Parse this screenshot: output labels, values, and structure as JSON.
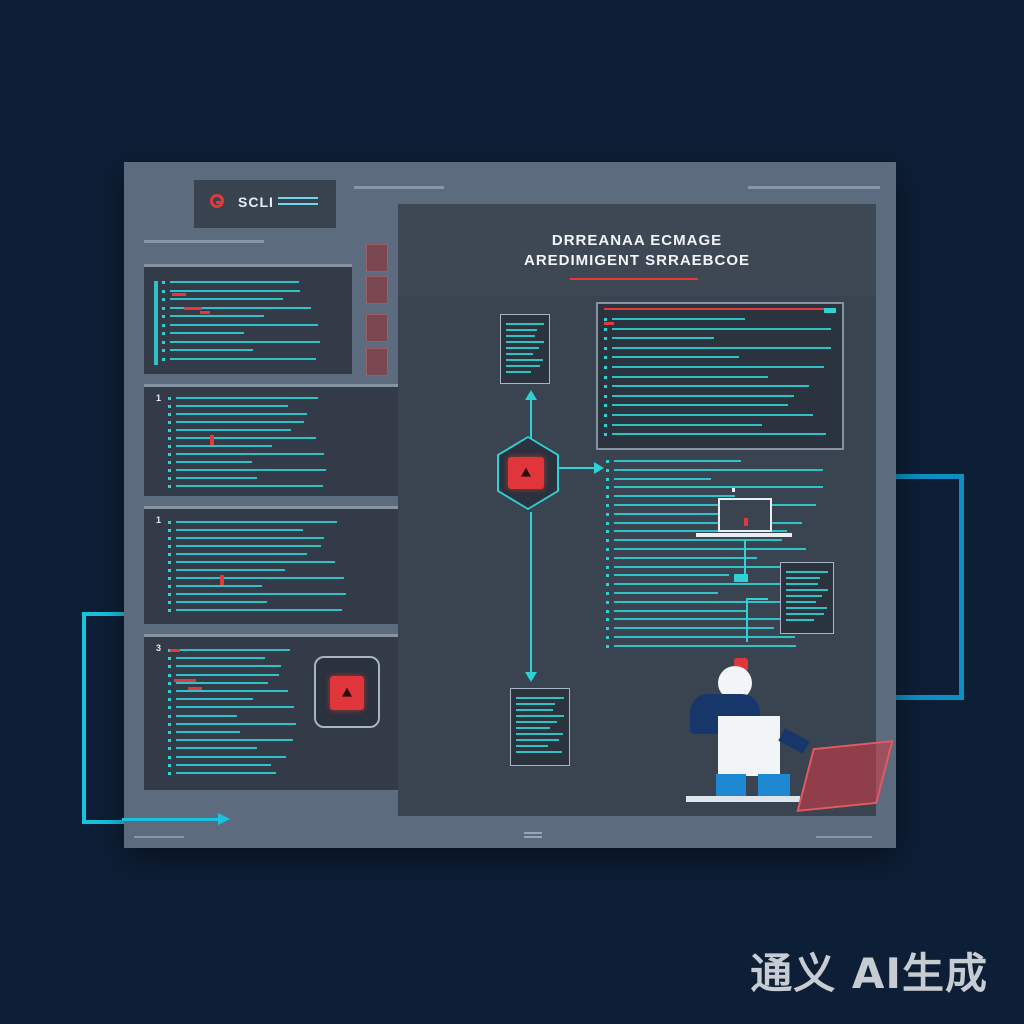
{
  "app": {
    "logo_icon": "red-ring-logo-icon",
    "title": "SCLI"
  },
  "workspace": {
    "heading_line1": "DRREANAA ECMAGE",
    "heading_line2": "AREDIMIGENT SRRAEBCOE"
  },
  "code_panels": [
    {
      "number": ""
    },
    {
      "number": "1"
    },
    {
      "number": "1"
    },
    {
      "number": "3"
    }
  ],
  "icons": {
    "alert": "alert-triangle-icon",
    "document": "document-icon",
    "laptop": "laptop-icon",
    "person": "person-icon"
  },
  "watermark": "通义 AI生成",
  "colors": {
    "background": "#0d1f36",
    "window": "#5d6b7e",
    "accent_cyan": "#2fd1d4",
    "accent_red": "#e23a3a",
    "frame_blue": "#0e8fc4"
  }
}
